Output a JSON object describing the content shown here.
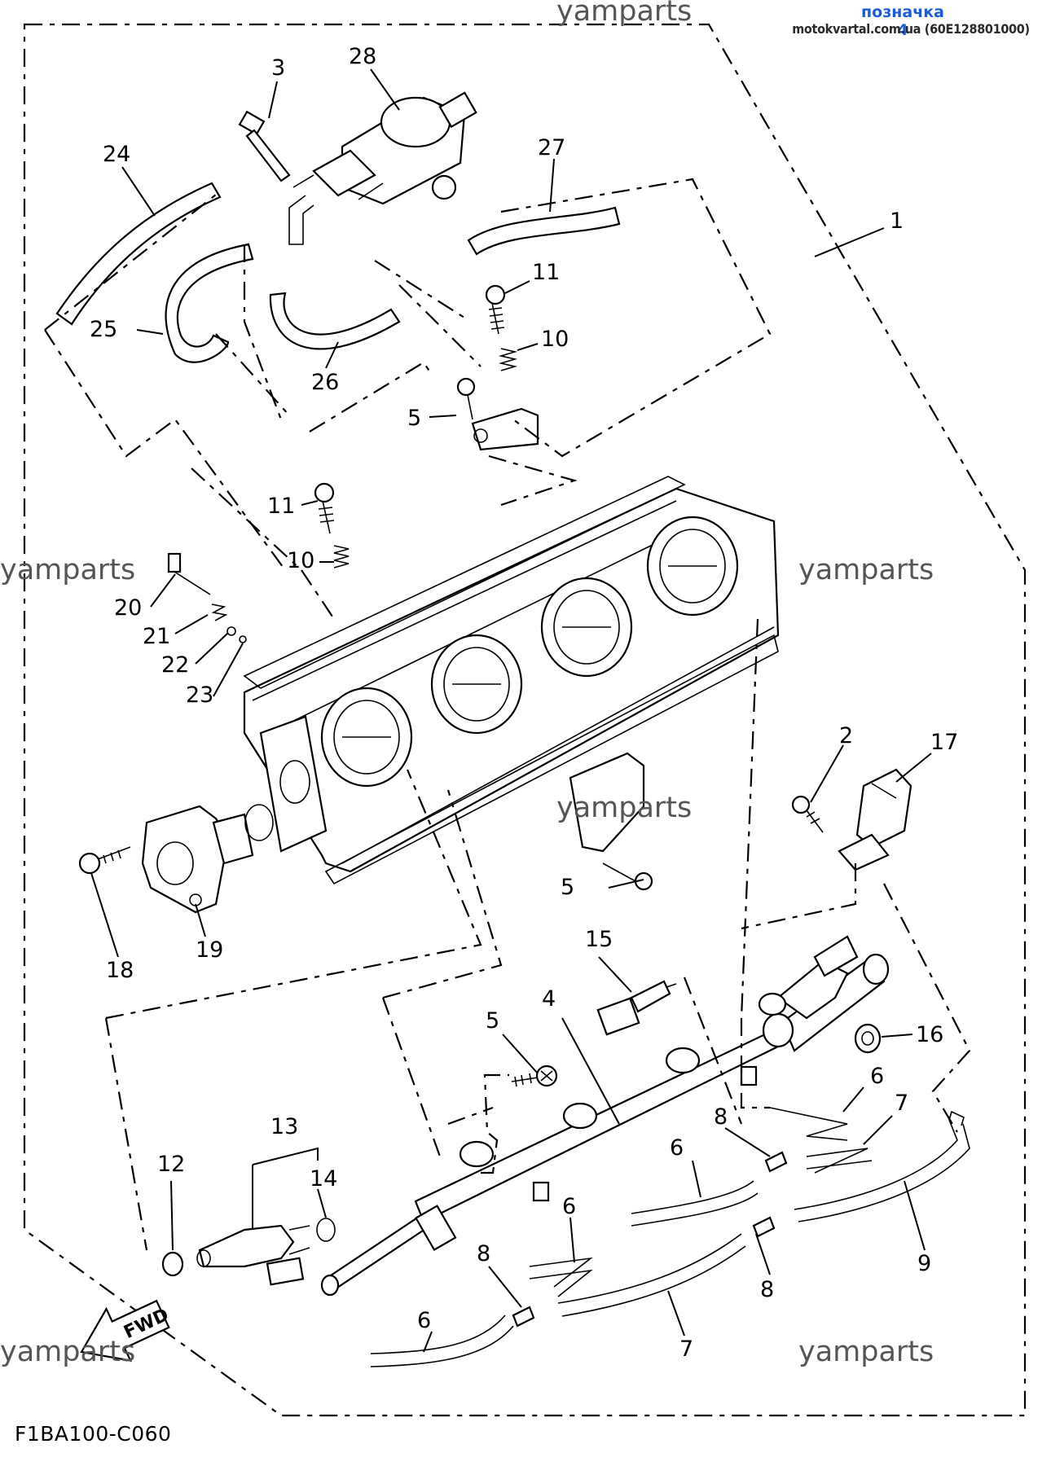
{
  "header": {
    "title": "позначка 4",
    "subtitle": "motokvartal.com.ua (60E128801000)"
  },
  "watermarks": [
    "yamparts",
    "yamparts",
    "yamparts",
    "yamparts",
    "yamparts",
    "yamparts"
  ],
  "diagram_code": "F1BA100-C060",
  "fwd_label": "FWD",
  "callouts": {
    "c1": "1",
    "c2": "2",
    "c3": "3",
    "c4": "4",
    "c5a": "5",
    "c5b": "5",
    "c5c": "5",
    "c6a": "6",
    "c6b": "6",
    "c6c": "6",
    "c6d": "6",
    "c7a": "7",
    "c7b": "7",
    "c8a": "8",
    "c8b": "8",
    "c8c": "8",
    "c9": "9",
    "c10a": "10",
    "c10b": "10",
    "c11a": "11",
    "c11b": "11",
    "c12": "12",
    "c13": "13",
    "c14": "14",
    "c15": "15",
    "c16": "16",
    "c17": "17",
    "c18": "18",
    "c19": "19",
    "c20": "20",
    "c21": "21",
    "c22": "22",
    "c23": "23",
    "c24": "24",
    "c25": "25",
    "c26": "26",
    "c27": "27",
    "c28": "28"
  },
  "icons": {
    "fwd_arrow": "fwd-arrow-icon"
  }
}
